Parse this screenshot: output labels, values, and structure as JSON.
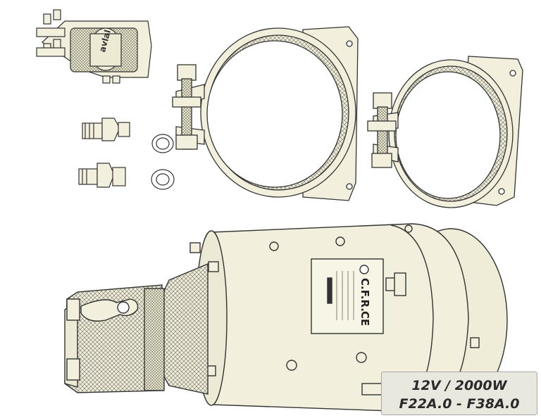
{
  "components": {
    "solenoid": {
      "icon": "solenoid-switch-icon",
      "brand": "avlal"
    },
    "clamps": {
      "icon": "mounting-clamp-icon"
    },
    "fittings": {
      "icon": "hydraulic-fitting-icon"
    },
    "washers": {
      "icon": "washer-icon"
    },
    "motor": {
      "icon": "motor-pump-icon"
    }
  },
  "nameplate": {
    "brand": "C.F.R.",
    "ce_mark": "CE"
  },
  "spec_label": {
    "voltage_power": "12V / 2000W",
    "models": "F22A.0 - F38A.0"
  },
  "colors": {
    "body": "#f2f0dc",
    "stroke": "#333333",
    "label_bg": "#e9e8df"
  }
}
